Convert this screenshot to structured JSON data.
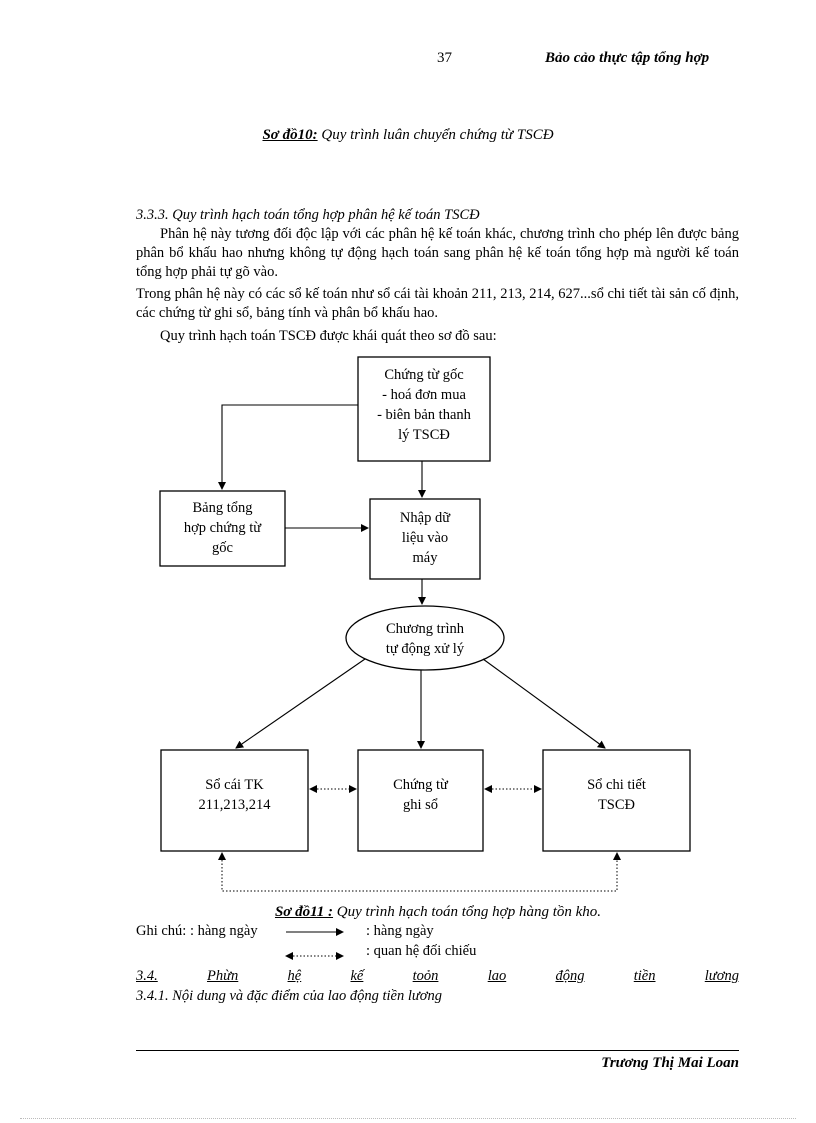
{
  "header": {
    "page_number": "37",
    "title": "Bảo cảo thực tập tổng hợp"
  },
  "caption_10": {
    "label": "Sơ đồ10:",
    "text": " Quy trình luân chuyển chứng từ TSCĐ"
  },
  "section_333": {
    "heading": "3.3.3. Quy trình hạch toán tổng hợp phân hệ kế toán TSCĐ",
    "para1": "Phân hệ này tương đối độc lập với các phân hệ kế toán khác, chương trình cho phép lên được bảng phân bổ khấu hao nhưng không tự động hạch toán sang phân hệ kế toán tổng hợp mà người kế toán tổng hợp phải tự gõ vào.",
    "para2": "Trong phân hệ này có các sổ kế toán như sổ cái tài khoản 211, 213, 214, 627...sổ chi tiết tài sản cố định, các chứng từ ghi sổ, bảng tính và phân bổ khấu hao.",
    "para3": "Quy trình hạch toán TSCĐ được khái quát theo sơ đồ sau:"
  },
  "diagram": {
    "source_docs": [
      "Chứng từ gốc",
      "- hoá đơn mua",
      "-  biên bản thanh",
      "lý TSCĐ"
    ],
    "summary_table": [
      "Bảng tổng",
      "hợp chứng từ",
      "gốc"
    ],
    "data_entry": [
      "Nhập dữ",
      "liệu vào",
      "máy"
    ],
    "auto_program": [
      "Chương trình",
      "tự động xử lý"
    ],
    "ledger": [
      "Sổ cái TK",
      "211,213,214"
    ],
    "vouchers": [
      "Chứng từ",
      "ghi sổ"
    ],
    "detail_ledger": [
      "Sổ chi tiết",
      "TSCĐ"
    ]
  },
  "caption_11": {
    "label": "Sơ đồ11 :",
    "text": " Quy trình hạch toán tổng hợp hàng tồn kho."
  },
  "legend": {
    "label": "Ghi chú: : hàng ngày",
    "daily": ": hàng ngày",
    "reconcile": ": quan hệ đối chiếu"
  },
  "section_34": {
    "words": [
      "3.4.",
      "Phừn",
      "hệ",
      "kế",
      "toỏn",
      "lao",
      "động",
      "tiền",
      "lương"
    ]
  },
  "section_341": {
    "heading": "3.4.1. Nội dung và đặc điểm của lao động tiền lương"
  },
  "footer": {
    "author": "Trương Thị Mai Loan"
  }
}
